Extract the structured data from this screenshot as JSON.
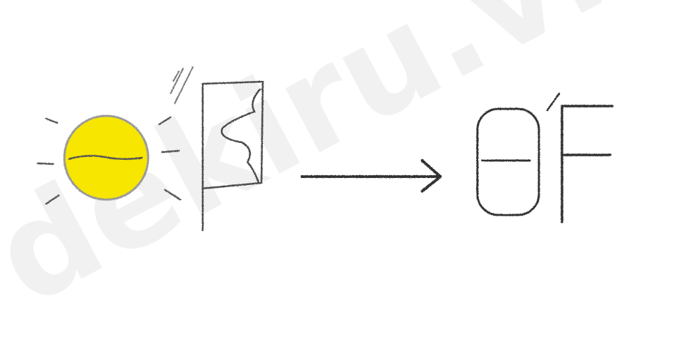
{
  "watermark": {
    "text": "dekiru.vn",
    "color": "#f1f1f1"
  },
  "illustration": {
    "left_group": [
      "sun-icon",
      "flag-icon"
    ],
    "connector": "arrow-icon",
    "result_glyphs": [
      "theta-letter",
      "acute-accent",
      "letter-f"
    ]
  },
  "colors": {
    "sun_fill": "#f7e600",
    "sun_outline": "#9a9a9a",
    "pencil": "#3a3a3a",
    "arrow": "#333333"
  }
}
